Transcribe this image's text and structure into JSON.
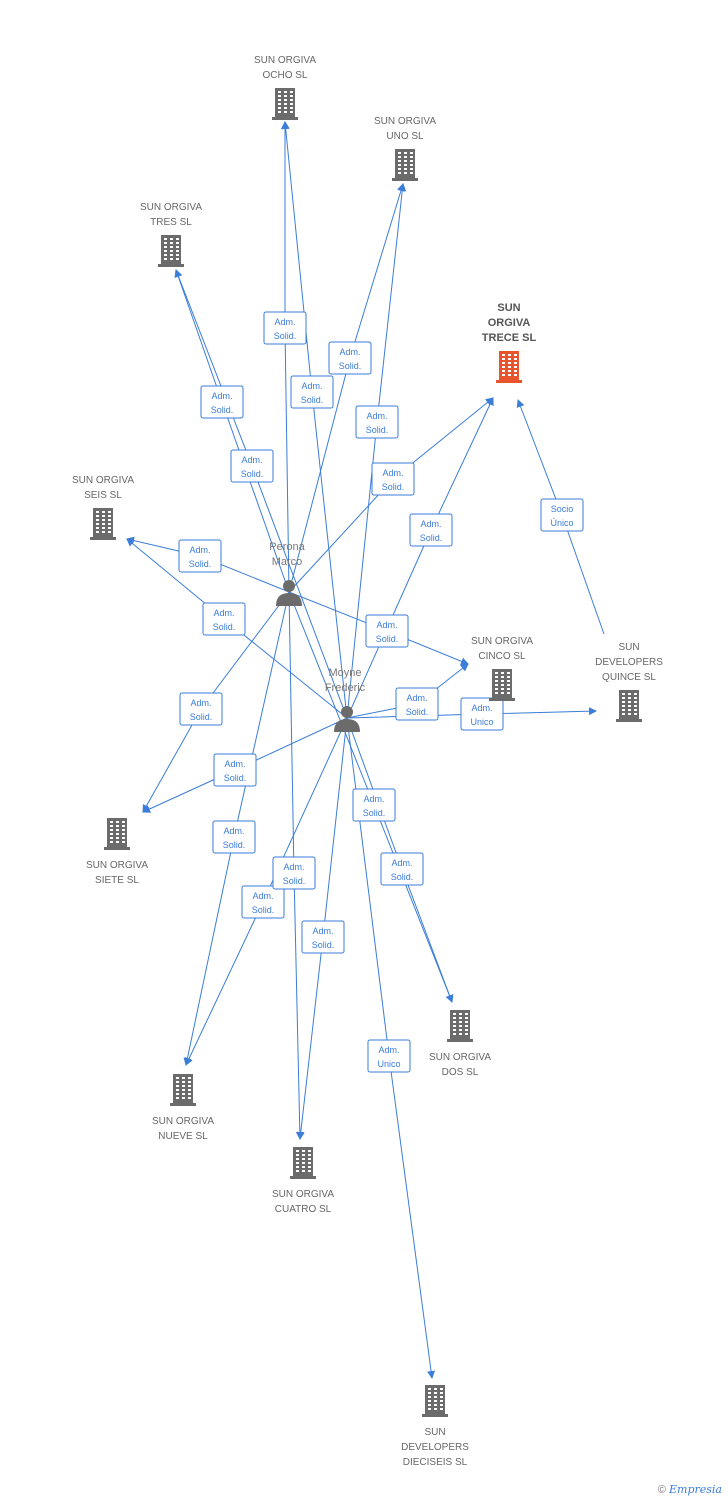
{
  "colors": {
    "edge": "#3b7dd8",
    "building": "#6b6b6b",
    "focus": "#e8542c",
    "person": "#6b6b6b"
  },
  "companies": [
    {
      "id": "ocho",
      "lines": [
        "SUN ORGIVA",
        "OCHO SL"
      ],
      "focus": false
    },
    {
      "id": "uno",
      "lines": [
        "SUN ORGIVA",
        "UNO SL"
      ],
      "focus": false
    },
    {
      "id": "tres",
      "lines": [
        "SUN ORGIVA",
        "TRES SL"
      ],
      "focus": false
    },
    {
      "id": "trece",
      "lines": [
        "SUN",
        "ORGIVA",
        "TRECE SL"
      ],
      "focus": true
    },
    {
      "id": "seis",
      "lines": [
        "SUN ORGIVA",
        "SEIS SL"
      ],
      "focus": false
    },
    {
      "id": "cinco",
      "lines": [
        "SUN ORGIVA",
        "CINCO SL"
      ],
      "focus": false
    },
    {
      "id": "quince",
      "lines": [
        "SUN",
        "DEVELOPERS",
        "QUINCE SL"
      ],
      "focus": false
    },
    {
      "id": "siete",
      "lines": [
        "SUN ORGIVA",
        "SIETE SL"
      ],
      "focus": false
    },
    {
      "id": "dos",
      "lines": [
        "SUN ORGIVA",
        "DOS SL"
      ],
      "focus": false
    },
    {
      "id": "nueve",
      "lines": [
        "SUN ORGIVA",
        "NUEVE SL"
      ],
      "focus": false
    },
    {
      "id": "cuatro",
      "lines": [
        "SUN ORGIVA",
        "CUATRO SL"
      ],
      "focus": false
    },
    {
      "id": "dieciseis",
      "lines": [
        "SUN",
        "DEVELOPERS",
        "DIECISEIS SL"
      ],
      "focus": false
    }
  ],
  "persons": [
    {
      "id": "perona",
      "lines": [
        "Perona",
        "Marco"
      ]
    },
    {
      "id": "moyne",
      "lines": [
        "Moyne",
        "Frederic"
      ]
    }
  ],
  "edges": [
    {
      "from": "perona",
      "to": "ocho",
      "label": [
        "Adm.",
        "Solid."
      ]
    },
    {
      "from": "moyne",
      "to": "ocho",
      "label": [
        "Adm.",
        "Solid."
      ]
    },
    {
      "from": "perona",
      "to": "uno",
      "label": [
        "Adm.",
        "Solid."
      ]
    },
    {
      "from": "moyne",
      "to": "uno",
      "label": [
        "Adm.",
        "Solid."
      ]
    },
    {
      "from": "perona",
      "to": "tres",
      "label": [
        "Adm.",
        "Solid."
      ]
    },
    {
      "from": "moyne",
      "to": "tres",
      "label": [
        "Adm.",
        "Solid."
      ]
    },
    {
      "from": "perona",
      "to": "trece",
      "label": [
        "Adm.",
        "Solid."
      ]
    },
    {
      "from": "moyne",
      "to": "trece",
      "label": [
        "Adm.",
        "Solid."
      ]
    },
    {
      "from": "quince",
      "to": "trece",
      "label": [
        "Socio",
        "Único"
      ]
    },
    {
      "from": "perona",
      "to": "seis",
      "label": [
        "Adm.",
        "Solid."
      ]
    },
    {
      "from": "moyne",
      "to": "seis",
      "label": [
        "Adm.",
        "Solid."
      ]
    },
    {
      "from": "perona",
      "to": "cinco",
      "label": [
        "Adm.",
        "Solid."
      ]
    },
    {
      "from": "moyne",
      "to": "cinco",
      "label": [
        "Adm.",
        "Solid."
      ]
    },
    {
      "from": "moyne",
      "to": "quince",
      "label": [
        "Adm.",
        "Unico"
      ]
    },
    {
      "from": "perona",
      "to": "siete",
      "label": [
        "Adm.",
        "Solid."
      ]
    },
    {
      "from": "moyne",
      "to": "siete",
      "label": [
        "Adm.",
        "Solid."
      ]
    },
    {
      "from": "perona",
      "to": "dos",
      "label": [
        "Adm.",
        "Solid."
      ]
    },
    {
      "from": "moyne",
      "to": "dos",
      "label": [
        "Adm.",
        "Solid."
      ]
    },
    {
      "from": "perona",
      "to": "nueve",
      "label": [
        "Adm.",
        "Solid."
      ]
    },
    {
      "from": "moyne",
      "to": "nueve",
      "label": [
        "Adm.",
        "Solid."
      ]
    },
    {
      "from": "perona",
      "to": "cuatro",
      "label": [
        "Adm.",
        "Solid."
      ]
    },
    {
      "from": "moyne",
      "to": "cuatro",
      "label": [
        "Adm.",
        "Solid."
      ]
    },
    {
      "from": "moyne",
      "to": "dieciseis",
      "label": [
        "Adm.",
        "Unico"
      ]
    }
  ],
  "footer": {
    "copyright": "©",
    "brand": "Empresia"
  }
}
